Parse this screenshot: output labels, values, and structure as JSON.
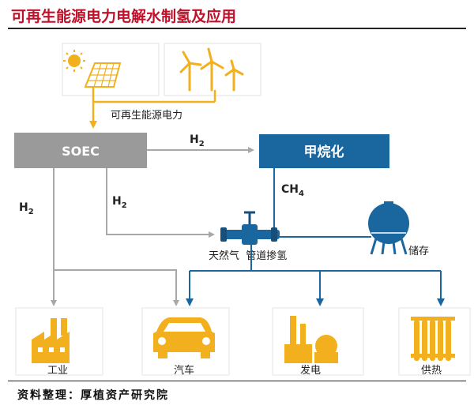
{
  "title": "可再生能源电力电解水制氢及应用",
  "source": "资料整理：厚植资产研究院",
  "nodes": {
    "renewable_power": "可再生能源电力",
    "soec": "SOEC",
    "methanation": "甲烷化",
    "natural_gas_pipeline": "天然气  管道掺氢",
    "storage": "储存"
  },
  "edges": {
    "h2_to_methanation": {
      "main": "H",
      "sub": "2"
    },
    "h2_left": {
      "main": "H",
      "sub": "2"
    },
    "h2_mid": {
      "main": "H",
      "sub": "2"
    },
    "ch4": {
      "main": "CH",
      "sub": "4"
    }
  },
  "applications": {
    "industry": "工业",
    "vehicle": "汽车",
    "power": "发电",
    "heating": "供热"
  },
  "colors": {
    "title": "#c0102a",
    "soec_box": "#9a9a9a",
    "methanation_box": "#1a67a0",
    "pipeline_blue": "#1a67a0",
    "gray_arrow": "#a8a8a8",
    "gold": "#f2b01e"
  }
}
